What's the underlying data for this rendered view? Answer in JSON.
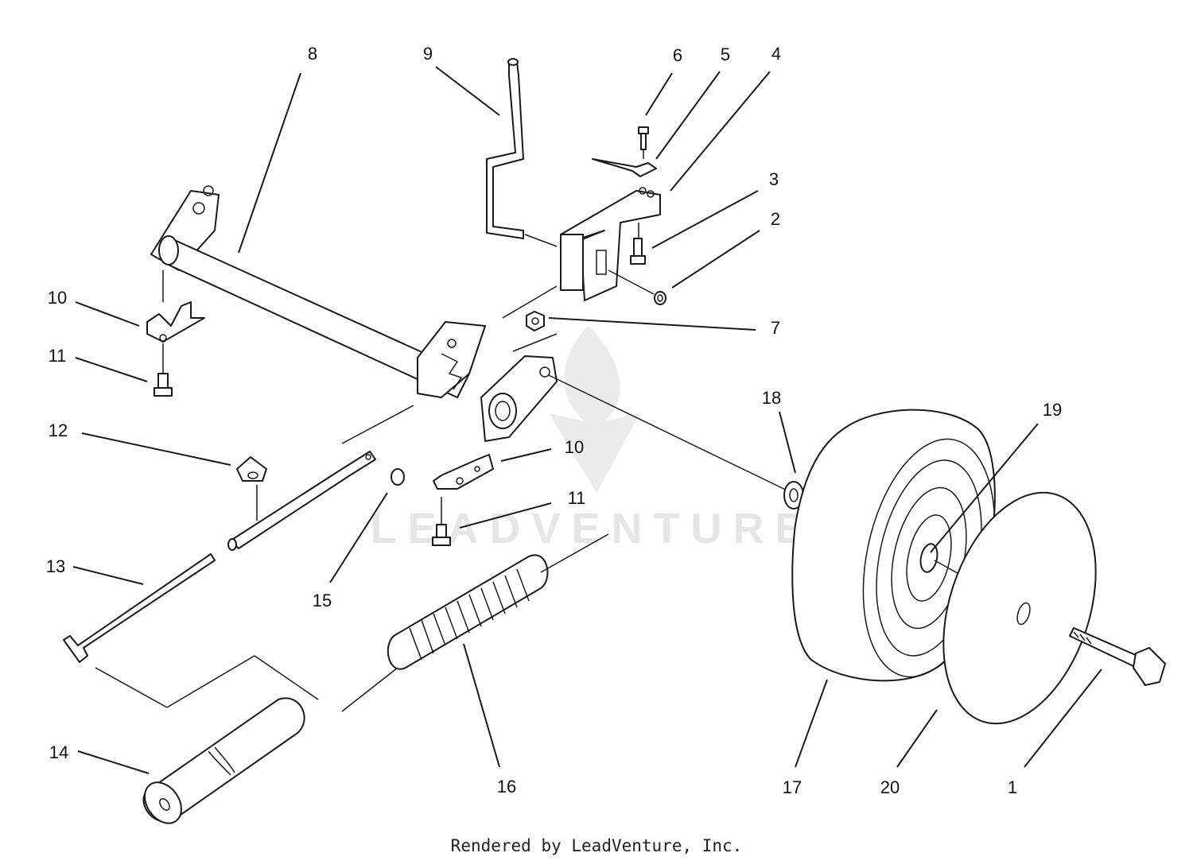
{
  "watermark": {
    "text": "LEADVENTURE"
  },
  "callouts": [
    {
      "id": "8",
      "label": "8"
    },
    {
      "id": "9",
      "label": "9"
    },
    {
      "id": "6",
      "label": "6"
    },
    {
      "id": "5",
      "label": "5"
    },
    {
      "id": "4",
      "label": "4"
    },
    {
      "id": "3",
      "label": "3"
    },
    {
      "id": "2",
      "label": "2"
    },
    {
      "id": "10a",
      "label": "10"
    },
    {
      "id": "7",
      "label": "7"
    },
    {
      "id": "11a",
      "label": "11"
    },
    {
      "id": "18",
      "label": "18"
    },
    {
      "id": "19",
      "label": "19"
    },
    {
      "id": "12",
      "label": "12"
    },
    {
      "id": "10b",
      "label": "10"
    },
    {
      "id": "11b",
      "label": "11"
    },
    {
      "id": "13",
      "label": "13"
    },
    {
      "id": "15",
      "label": "15"
    },
    {
      "id": "14",
      "label": "14"
    },
    {
      "id": "16",
      "label": "16"
    },
    {
      "id": "17",
      "label": "17"
    },
    {
      "id": "20",
      "label": "20"
    },
    {
      "id": "1",
      "label": "1"
    }
  ],
  "footer": {
    "text": "Rendered by LeadVenture, Inc."
  }
}
